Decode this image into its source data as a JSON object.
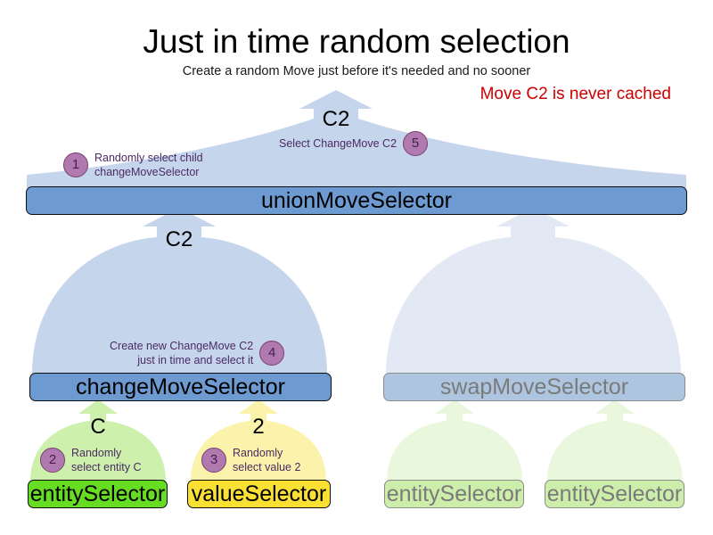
{
  "header": {
    "title": "Just in time random selection",
    "subtitle": "Create a random Move just before it's needed and no sooner",
    "note": "Move C2 is never cached",
    "note_color": "#cc0000"
  },
  "colors": {
    "arrow_blue": "#c5d5ec",
    "arrow_blue_faded": "#e2e9f4",
    "arrow_green": "#cdf0ad",
    "arrow_green_faded": "#e9f7dc",
    "arrow_yellow": "#fbf3ab",
    "box_blue": "#6d9bd1",
    "box_blue_faded": "#aec5e0",
    "box_green": "#66dd22",
    "box_green_faded": "#cdeeab",
    "box_yellow": "#fae033",
    "badge_fill": "#b07ab0",
    "badge_stroke": "#7a3f6e",
    "step_text": "#4b2b63"
  },
  "flow_labels": {
    "union_out": "C2",
    "change_out": "C2",
    "entity_out": "C",
    "value_out": "2"
  },
  "nodes": {
    "union": "unionMoveSelector",
    "change": "changeMoveSelector",
    "swap": "swapMoveSelector",
    "entity": "entitySelector",
    "value": "valueSelector",
    "swap_entity_left": "entitySelector",
    "swap_entity_right": "entitySelector"
  },
  "steps": [
    {
      "number": "1",
      "text": "Randomly select child\nchangeMoveSelector"
    },
    {
      "number": "2",
      "text": "Randomly\nselect entity C"
    },
    {
      "number": "3",
      "text": "Randomly\nselect value 2"
    },
    {
      "number": "4",
      "text": "Create new ChangeMove C2\njust in time and select it"
    },
    {
      "number": "5",
      "text": "Select ChangeMove C2"
    }
  ]
}
